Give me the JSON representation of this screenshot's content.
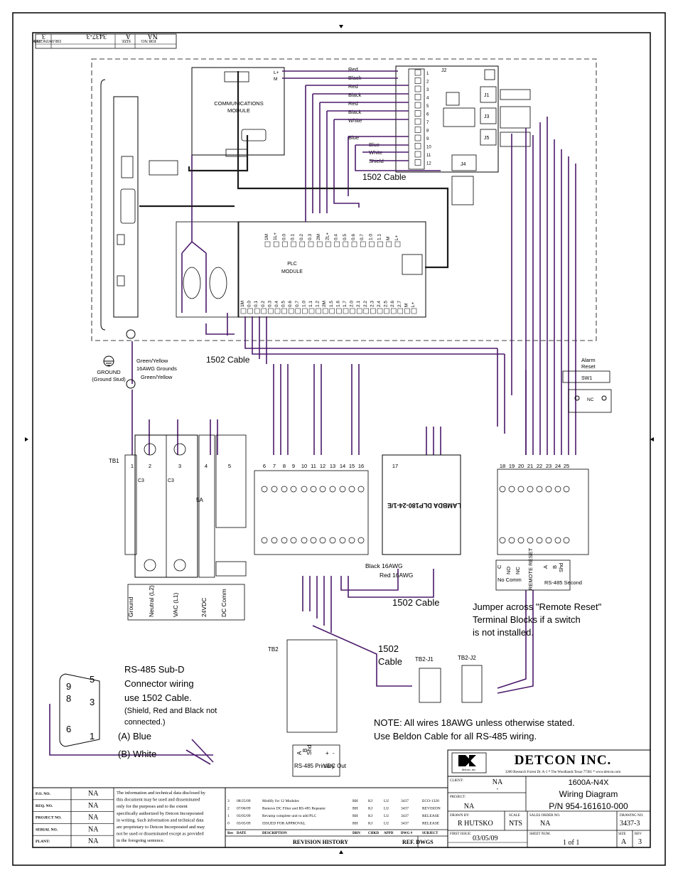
{
  "titleblock": {
    "company": "DETCON INC.",
    "logo_text": "detcon, inc.",
    "address": "3200 Research Forest Dr. A-1 * The Woodlands Texas 77381 * www.detcon.com",
    "client_label": "CLIENT:",
    "client": "NA",
    "client_dash": "-",
    "project_label": "PROJECT:",
    "project": "NA",
    "drawn_by_label": "DRAWN BY:",
    "drawn_by": "R HUTSKO",
    "scale_label": "SCALE",
    "scale": "NTS",
    "sales_order_label": "SALES ORDER NO.",
    "sales_order": "NA",
    "drawing_no_label": "DRAWING NO.",
    "drawing_no": "3437-3",
    "first_issue_label": "FIRST ISSUE:",
    "first_issue": "03/05/09",
    "sheet_num_label": "SHEET NUM.",
    "sheet_num": "1 of 1",
    "size_label": "SIZE",
    "size": "A",
    "rev_label": "REV",
    "rev": "3",
    "title1": "1600A-N4X",
    "title2": "Wiring Diagram",
    "title3": "P/N 954-161610-000"
  },
  "left_block": {
    "rows": [
      {
        "label": "P.O. NO.",
        "value": "NA"
      },
      {
        "label": "REQ. NO.",
        "value": "NA"
      },
      {
        "label": "PROJECT NO.",
        "value": "NA"
      },
      {
        "label": "SERIAL NO.",
        "value": "NA"
      },
      {
        "label": "PLANT:",
        "value": "NA"
      }
    ],
    "disclaimer": [
      "The information and technical data disclosed by",
      "this document may be used and disseminated",
      "only for the purposes and to the extent",
      "specifically authorized by Detcon Incorporated",
      "in writing. Such information and technical data",
      "are proprietary to Detcon Incorporated and may",
      "not be used or disseminated except as provided",
      "in the foregoing sentence."
    ]
  },
  "revision_history": {
    "rows": [
      {
        "rev": "3",
        "date": "08/25/09",
        "desc": "Modify for 12 Modules",
        "drn": "RH",
        "chkd": "KJ",
        "appd": "LU",
        "dwg": "3437",
        "subject": "ECO-1320"
      },
      {
        "rev": "2",
        "date": "07/06/09",
        "desc": "Remove DC Filter and RS-485 Repeater",
        "drn": "RH",
        "chkd": "KJ",
        "appd": "LU",
        "dwg": "3437",
        "subject": "REVISION"
      },
      {
        "rev": "1",
        "date": "03/05/09",
        "desc": "Revamp complete unit to add PLC",
        "drn": "RH",
        "chkd": "KJ",
        "appd": "LU",
        "dwg": "3437",
        "subject": "RELEASE"
      },
      {
        "rev": "0",
        "date": "03/05/09",
        "desc": "ISSUED FOR APPROVAL",
        "drn": "RH",
        "chkd": "KJ",
        "appd": "LU",
        "dwg": "3437",
        "subject": "RELEASE"
      }
    ],
    "headers": {
      "rev": "Rev",
      "date": "DATE",
      "desc": "DESCRIPTION",
      "drn": "DRN",
      "chkd": "CHKD",
      "appd": "APPD",
      "dwg": "DWG #",
      "subject": "SUBJECT"
    },
    "title": "REVISION HISTORY",
    "ref": "REF. DWGS"
  },
  "top_stamp": {
    "rev_label": "REV",
    "rev": "3",
    "dwg_label": "DRAWING NO.",
    "dwg": "3437-3",
    "size_label": "SIZE",
    "size": "A",
    "job_label": "JOB NO.",
    "job": "NA"
  },
  "labels": {
    "comm_module": [
      "COMMUNICATIONS",
      "MODULE"
    ],
    "plc_module": [
      "PLC",
      "MODULE"
    ],
    "cable_1502_a": "1502 Cable",
    "cable_1502_b": "1502 Cable",
    "cable_1502_c": "1502 Cable",
    "cable_1502_d": [
      "1502",
      "Cable"
    ],
    "ground": [
      "GROUND",
      "(Ground Stud)"
    ],
    "grounds_note": [
      "Green/Yellow",
      "16AWG Grounds",
      "Green/Yellow"
    ],
    "alarm_reset": [
      "Alarm",
      "Reset"
    ],
    "sw1": "SW1",
    "tb1": "TB1",
    "tb2": "TB2",
    "tb2_j1": "TB2-J1",
    "tb2_j2": "TB2-J2",
    "j2": "J2",
    "j1": "J1",
    "j3": "J3",
    "j4": "J4",
    "j5": "J5",
    "jumper_note": [
      "Jumper across \"Remote Reset\"",
      "Terminal Blocks if a switch",
      "is not installed."
    ],
    "rs485_note": [
      "RS-485  Sub-D",
      "Connector wiring",
      "use 1502 Cable.",
      "(Shield, Red and Black not",
      "connected.)"
    ],
    "a_blue": "(A) Blue",
    "b_white": "(B) White",
    "note_awg": [
      "NOTE:  All wires 18AWG unless otherwise stated.",
      "Use Beldon Cable for all RS-485 wiring."
    ],
    "black_16": "Black  16AWG",
    "red_16": "Red  16AWG",
    "psu": "LAMBDA  DLP180-24-1/E",
    "fuse": "5A",
    "breaker": "C3",
    "tb1_bottom": [
      "Ground",
      "Neutral (L2)",
      "VAC (L1)",
      "24VDC",
      "DC Comm"
    ],
    "relay_bottom": [
      "C",
      "NO",
      "NC",
      "No Comm",
      "REMOTE RESET",
      "A",
      "B",
      "Shd",
      "RS-485 Second"
    ],
    "tb2_bottom": [
      "A",
      "B",
      "Shd",
      "+",
      "-",
      "RS-485 Primary",
      "VDC Out"
    ]
  },
  "wire_colors": {
    "wire": "#4b1a6b",
    "cable": "#1b1b1b",
    "frame": "#000000"
  },
  "j2_wires": [
    "Red",
    "Black",
    "Red",
    "Black",
    "Red",
    "Black",
    "White",
    "Blue",
    "Blue",
    "White",
    "Shield"
  ],
  "plc_top_pins": [
    "1M",
    "1L+",
    "0.0",
    "0.1",
    "0.2",
    "0.3",
    "2M",
    "2L+",
    "0.4",
    "0.5",
    "0.6",
    "0.7",
    "1.0",
    "1.1",
    "M",
    "L+"
  ],
  "plc_bottom_pins": [
    "1M",
    "0.0",
    "0.1",
    "0.2",
    "0.3",
    "0.4",
    "0.5",
    "0.6",
    "0.7",
    "1.0",
    "1.1",
    "1.2",
    "2M",
    "1.5",
    "1.6",
    "1.7",
    "2.0",
    "2.1",
    "2.2",
    "2.3",
    "2.4",
    "2.5",
    "2.6",
    "2.7",
    "M",
    "L+"
  ],
  "tb1_numbers": [
    "1",
    "2",
    "3",
    "4",
    "5",
    "6",
    "7",
    "8",
    "9",
    "10",
    "11",
    "12",
    "13",
    "14",
    "15",
    "16",
    "17",
    "18",
    "19",
    "20",
    "21",
    "22",
    "23",
    "24",
    "25"
  ]
}
